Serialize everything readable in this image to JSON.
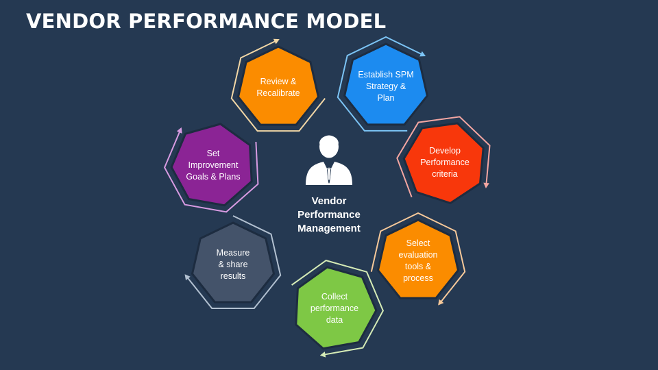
{
  "title": "VENDOR PERFORMANCE MODEL",
  "center": {
    "icon": "businessman-icon",
    "label_lines": [
      "Vendor",
      "Performance",
      "Management"
    ]
  },
  "steps": [
    {
      "lines": [
        "Review &",
        "Recalibrate"
      ],
      "color": "#fb8c00",
      "accent": "#f2d7a6"
    },
    {
      "lines": [
        "Establish SPM",
        "Strategy &",
        "Plan"
      ],
      "color": "#1c8bf0",
      "accent": "#7cc4f5"
    },
    {
      "lines": [
        "Develop",
        "Performance",
        "criteria"
      ],
      "color": "#f8370b",
      "accent": "#f4a6a2"
    },
    {
      "lines": [
        "Select",
        "evaluation",
        "tools &",
        "process"
      ],
      "color": "#fb8c00",
      "accent": "#f7c99a"
    },
    {
      "lines": [
        "Collect",
        "performance",
        "data"
      ],
      "color": "#7ec845",
      "accent": "#d5ebb6"
    },
    {
      "lines": [
        "Measure",
        "& share",
        "results"
      ],
      "color": "#44536a",
      "accent": "#b3c1d1"
    },
    {
      "lines": [
        "Set",
        "Improvement",
        "Goals & Plans"
      ],
      "color": "#8b2495",
      "accent": "#d89be2"
    }
  ]
}
